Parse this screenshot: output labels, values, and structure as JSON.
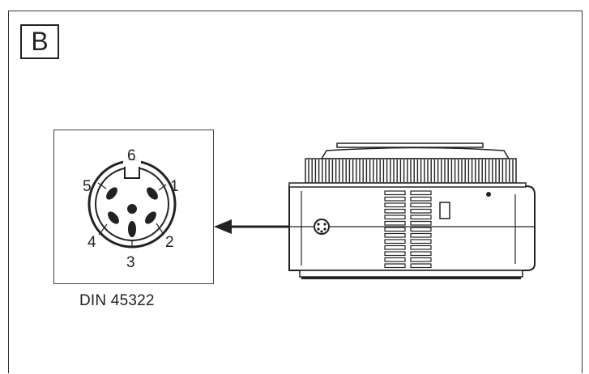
{
  "badge": {
    "letter": "B"
  },
  "connector": {
    "standard_label": "DIN 45322",
    "pin_labels": [
      "1",
      "2",
      "3",
      "4",
      "5",
      "6"
    ]
  },
  "colors": {
    "ink": "#222222",
    "paper": "#ffffff"
  }
}
